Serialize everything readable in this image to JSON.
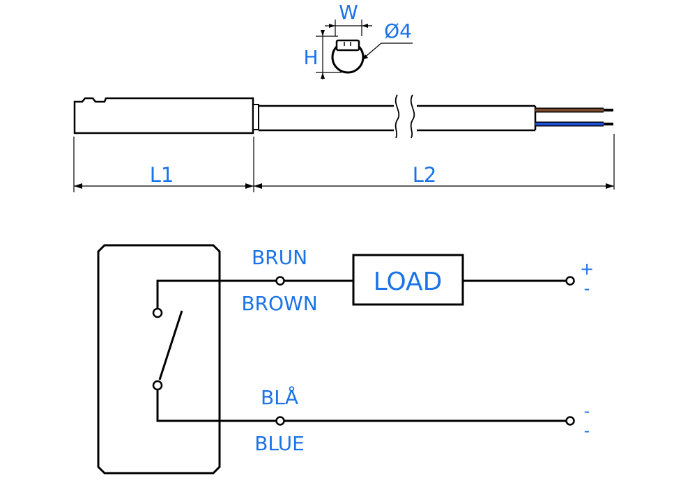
{
  "colors": {
    "label": "#1a73e8",
    "line": "#000000",
    "wire_brown": "#7a4a2a",
    "wire_blue": "#1e4fd6"
  },
  "dimensions": {
    "width_label": "W",
    "height_label": "H",
    "diameter_label": "Ø4",
    "l1_label": "L1",
    "l2_label": "L2"
  },
  "schematic": {
    "load_label": "LOAD",
    "top_wire": {
      "label_top": "BRUN",
      "label_bottom": "BROWN"
    },
    "bottom_wire": {
      "label_top": "BLÅ",
      "label_bottom": "BLUE"
    },
    "terminal_top_plus": "+",
    "terminal_top_minus": "-",
    "terminal_bottom_minus_1": "-",
    "terminal_bottom_minus_2": "-"
  }
}
